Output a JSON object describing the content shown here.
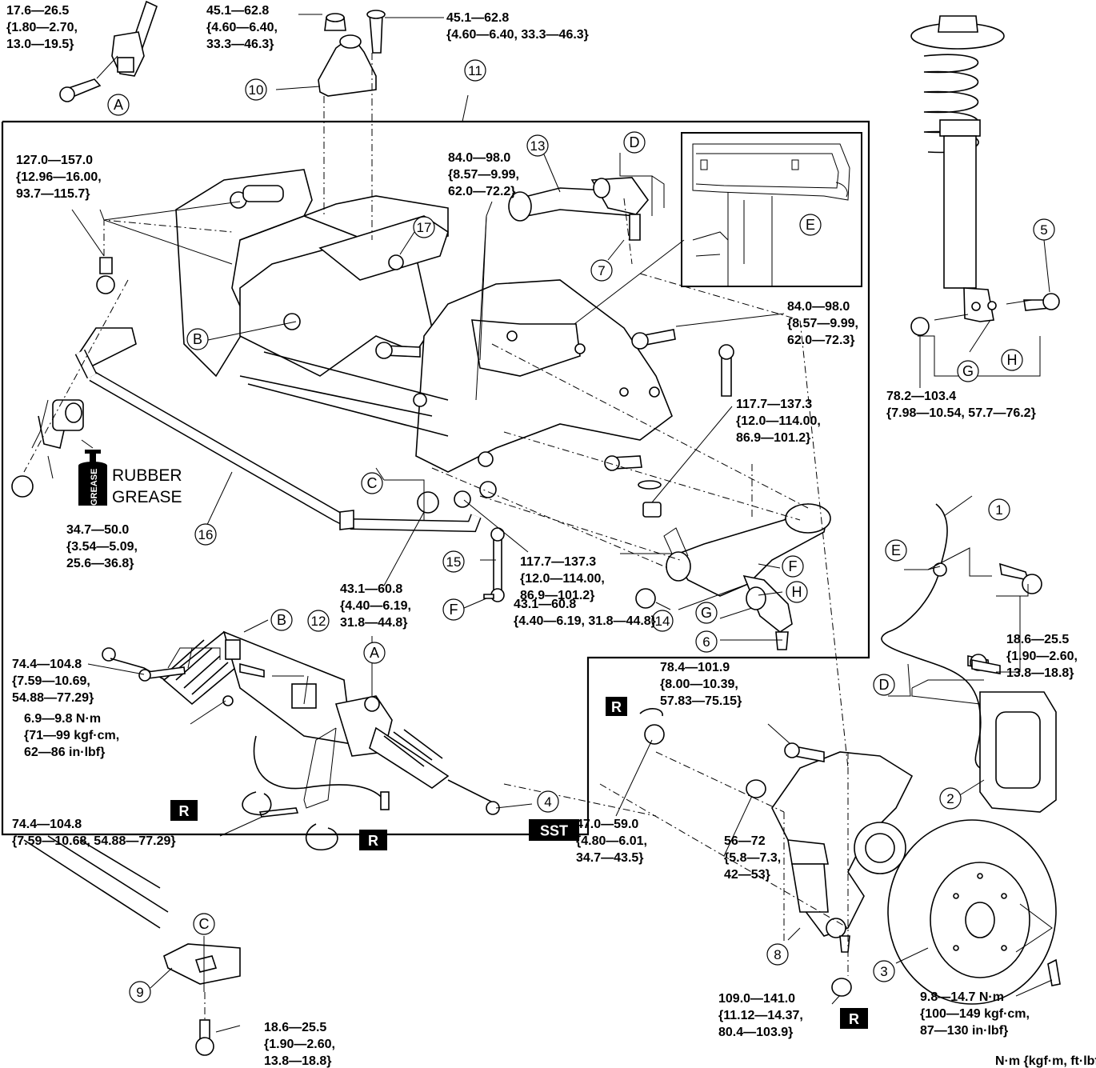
{
  "torques": {
    "t_steer_joint": [
      "17.6—26.5",
      "{1.80—2.70,",
      "13.0—19.5}"
    ],
    "t_mount_nut": [
      "45.1—62.8",
      "{4.60—6.40,",
      "33.3—46.3}"
    ],
    "t_mount_bolt": [
      "45.1—62.8",
      "{4.60—6.40, 33.3—46.3}"
    ],
    "t_crossmember": [
      "127.0—157.0",
      "{12.96—16.00,",
      "93.7—115.7}"
    ],
    "t_upper_arm": [
      "84.0—98.0",
      "{8.57—9.99,",
      "62.0—72.2}"
    ],
    "t_upper_arm_right": [
      "84.0—98.0",
      "{8.57—9.99,",
      "62.0—72.3}"
    ],
    "t_strut_nut": [
      "78.2—103.4",
      "{7.98—10.54, 57.7—76.2}"
    ],
    "t_lower_bolt": [
      "117.7—137.3",
      "{12.0—114.00,",
      "86.9—101.2}"
    ],
    "t_lower_bolt2": [
      "117.7—137.3",
      "{12.0—114.00,",
      "86.9—101.2}"
    ],
    "t_stab_nut": [
      "34.7—50.0",
      "{3.54—5.09,",
      "25.6—36.8}"
    ],
    "t_link_nut": [
      "43.1—60.8",
      "{4.40—6.19,",
      "31.8—44.8}"
    ],
    "t_lower_nut": [
      "43.1—60.8",
      "{4.40—6.19, 31.8—44.8}"
    ],
    "t_rack_bolt": [
      "74.4—104.8",
      "{7.59—10.69,",
      "54.88—77.29}"
    ],
    "t_rack_small": [
      "6.9—9.8 N·m",
      "{71—99 kgf·cm,",
      "62—86 in·lbf}"
    ],
    "t_rack_bolt2": [
      "74.4—104.8",
      "{7.59—10.68, 54.88—77.29}"
    ],
    "t_abs_bolt": [
      "18.6—25.5",
      "{1.90—2.60,",
      "13.8—18.8}"
    ],
    "t_caliper": [
      "78.4—101.9",
      "{8.00—10.39,",
      "57.83—75.15}"
    ],
    "t_knuckle_nut": [
      "47.0—59.0",
      "{4.80—6.01,",
      "34.7—43.5}"
    ],
    "t_knuckle_nut2": [
      "56—72",
      "{5.8—7.3,",
      "42—53}"
    ],
    "t_hub_nut": [
      "109.0—141.0",
      "{11.12—14.37,",
      "80.4—103.9}"
    ],
    "t_disc_screw": [
      "9.8—14.7 N·m",
      "{100—149 kgf·cm,",
      "87—130 in·lbf}"
    ],
    "t_bracket_bolt": [
      "18.6—25.5",
      "{1.90—2.60,",
      "13.8—18.8}"
    ]
  },
  "unit_note": "N·m {kgf·m, ft·lbf}",
  "grease": {
    "label1": "RUBBER",
    "label2": "GREASE",
    "can_text": "GREASE"
  },
  "badges": {
    "replace": "R",
    "sst": "SST"
  },
  "callouts": [
    "1",
    "2",
    "3",
    "4",
    "5",
    "6",
    "7",
    "8",
    "9",
    "10",
    "11",
    "12",
    "13",
    "14",
    "15",
    "16",
    "17"
  ],
  "letters": {
    "a": "A",
    "b": "B",
    "c": "C",
    "d": "D",
    "e": "E",
    "f": "F",
    "g": "G",
    "h": "H"
  }
}
